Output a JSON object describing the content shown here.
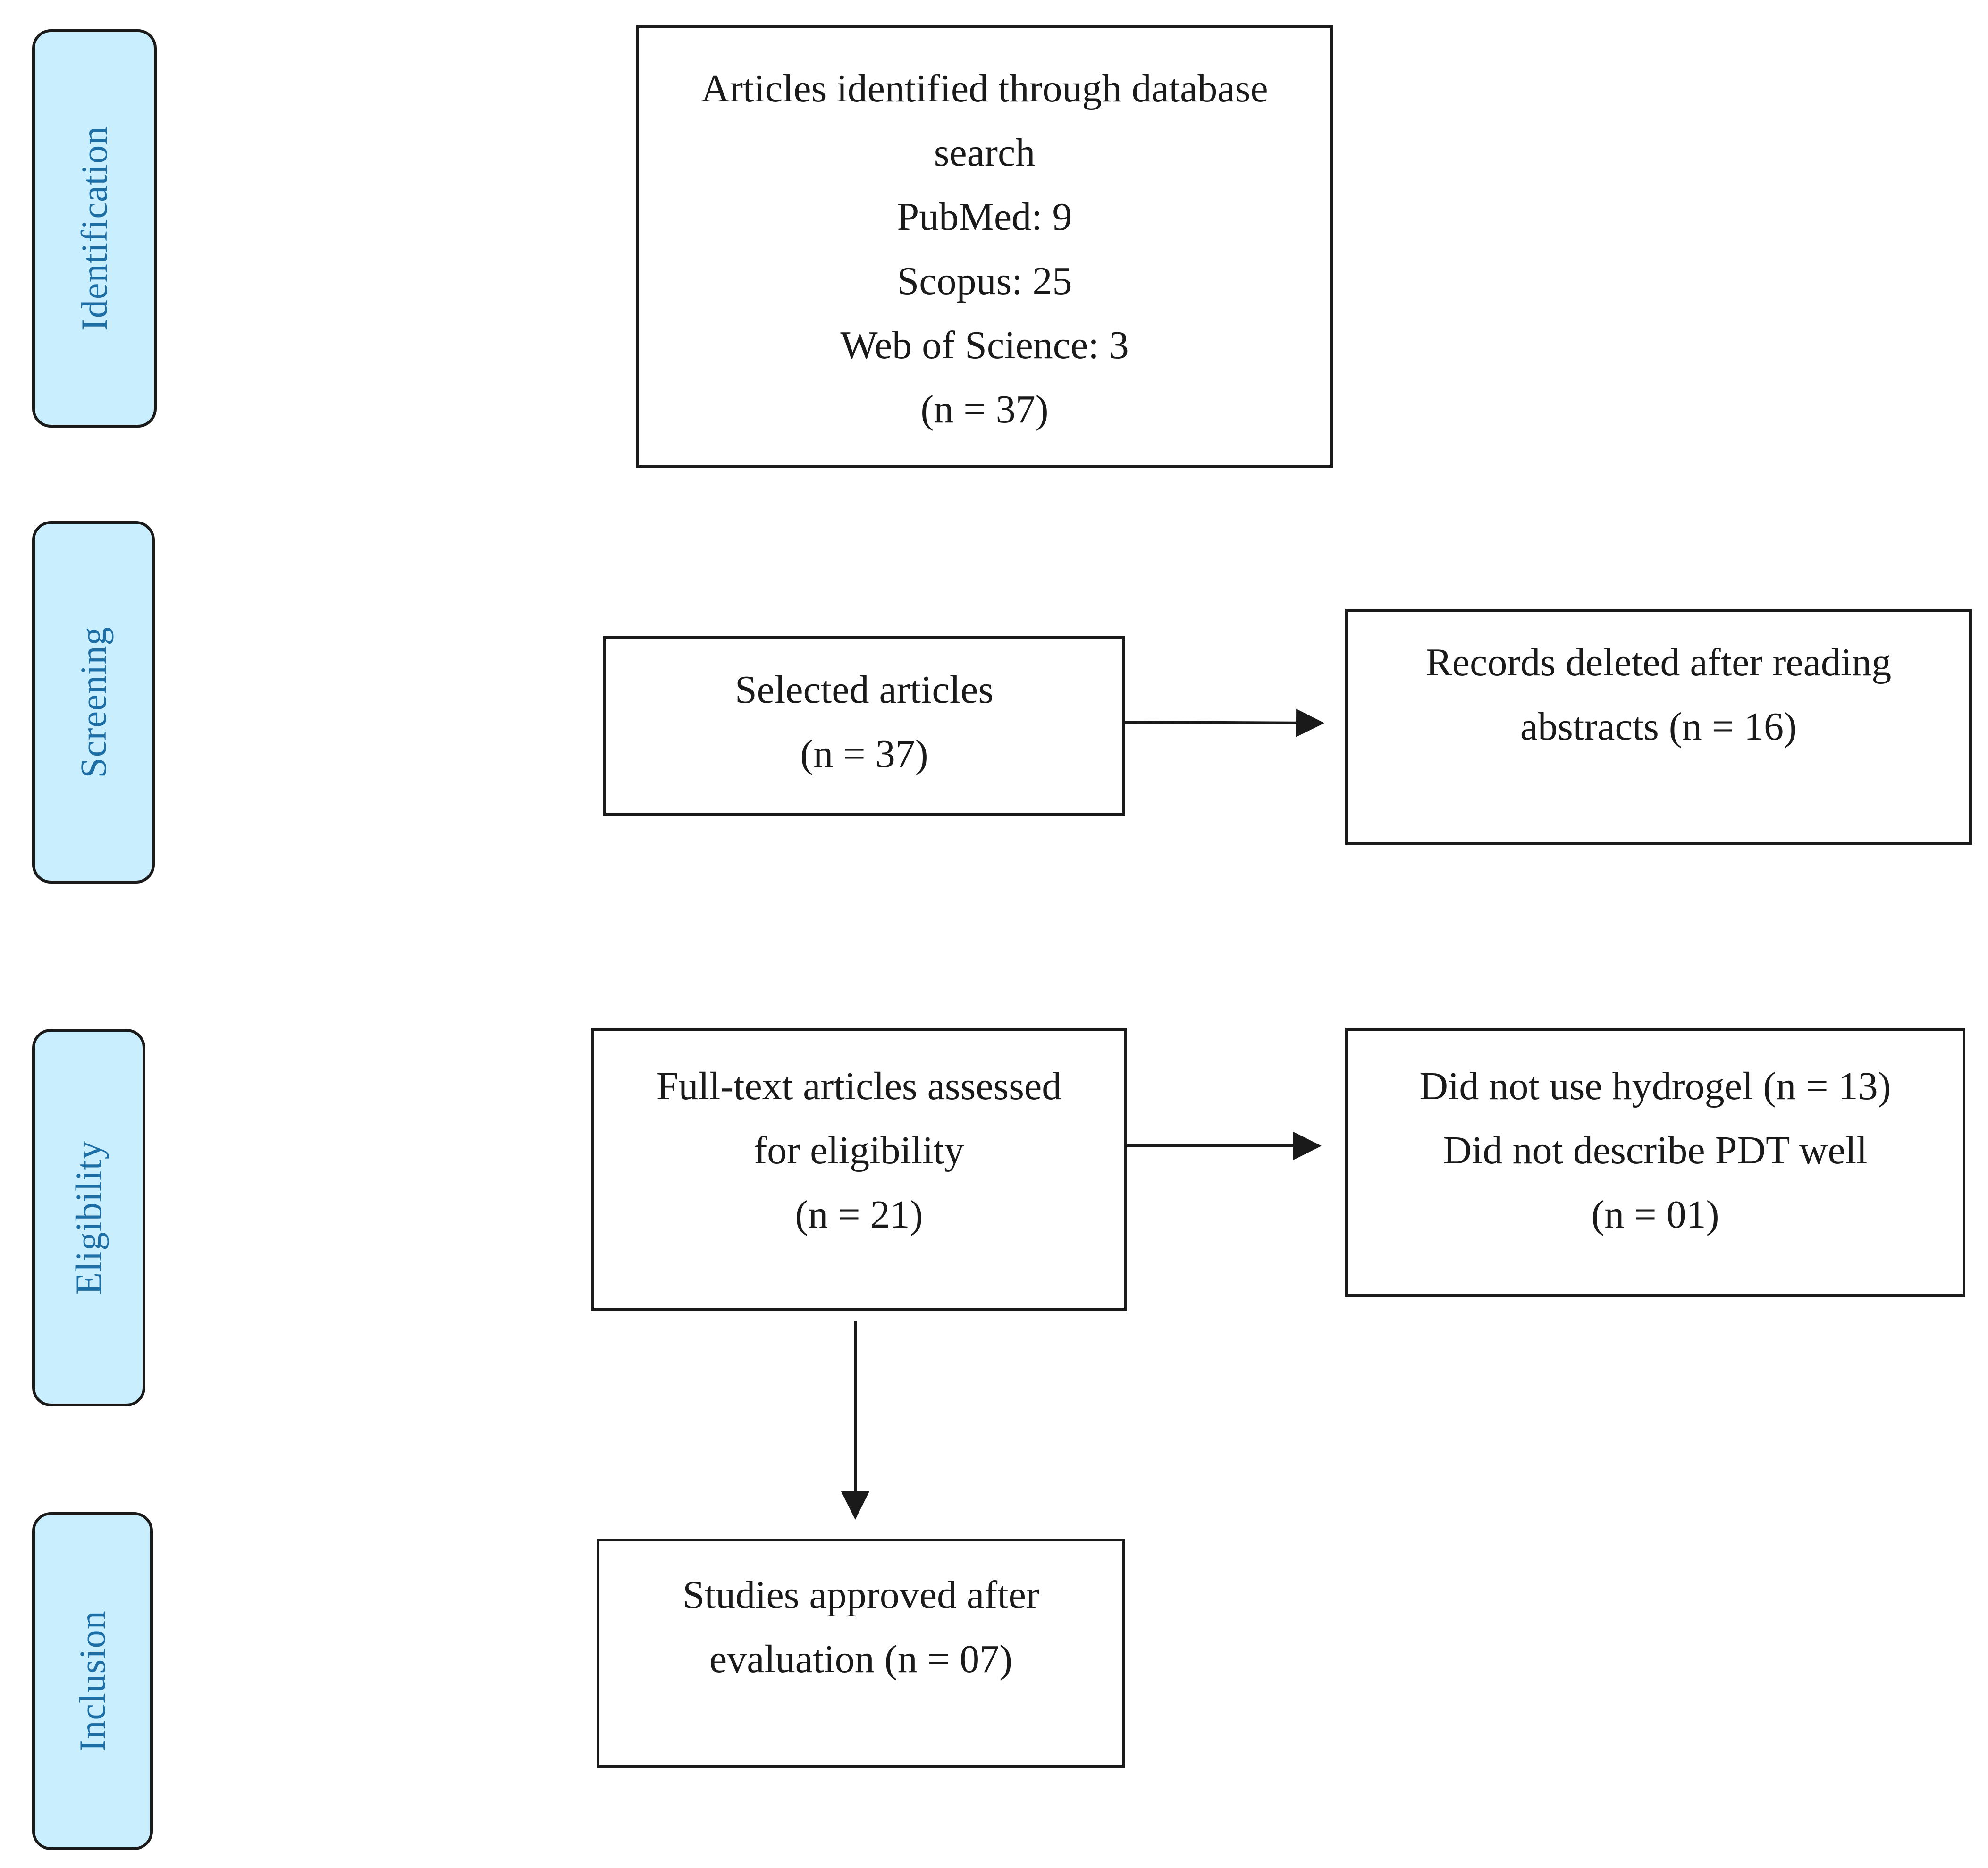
{
  "phases": {
    "identification": "Identification",
    "screening": "Screening",
    "eligibility": "Eligibility",
    "inclusion": "Inclusion"
  },
  "boxes": {
    "identified": {
      "lines": [
        "Articles identified through database",
        "search",
        "PubMed: 9",
        "Scopus: 25",
        "Web of Science: 3",
        "(n = 37)"
      ]
    },
    "selected": {
      "lines": [
        "Selected articles",
        "(n = 37)"
      ]
    },
    "deleted": {
      "lines": [
        "Records deleted after reading",
        "abstracts (n = 16)"
      ]
    },
    "fulltext": {
      "lines": [
        "Full-text articles assessed",
        "for eligibility",
        "(n = 21)"
      ]
    },
    "excluded": {
      "lines": [
        "Did not use hydrogel (n = 13)",
        "Did not describe PDT well",
        "(n = 01)"
      ]
    },
    "approved": {
      "lines": [
        "Studies approved after",
        "evaluation (n = 07)"
      ]
    }
  },
  "colors": {
    "phase_fill": "#c9efff",
    "phase_text": "#1e6ea6",
    "stroke": "#1a1a1a"
  }
}
